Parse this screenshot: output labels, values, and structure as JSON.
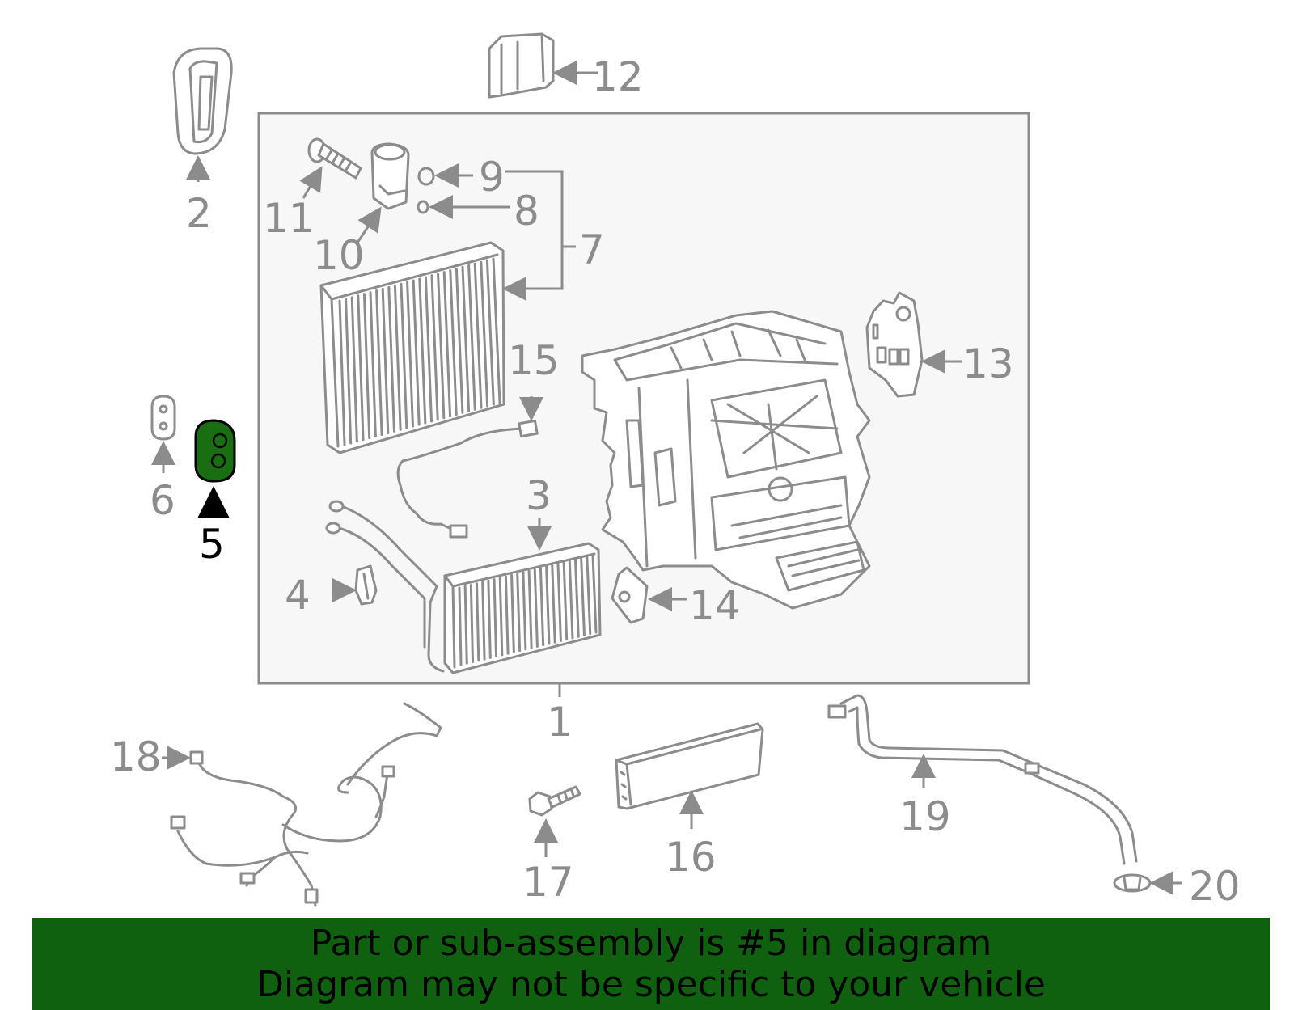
{
  "diagram": {
    "labels": {
      "p1": "1",
      "p2": "2",
      "p3": "3",
      "p4": "4",
      "p5": "5",
      "p6": "6",
      "p7": "7",
      "p8": "8",
      "p9": "9",
      "p10": "10",
      "p11": "11",
      "p12": "12",
      "p13": "13",
      "p14": "14",
      "p15": "15",
      "p16": "16",
      "p17": "17",
      "p18": "18",
      "p19": "19",
      "p20": "20"
    },
    "highlighted_part": "5",
    "highlight_color": "#1a6e12",
    "line_color": "#8c8c8c",
    "box_fill": "#f7f7f7"
  },
  "banner": {
    "line1": "Part or sub-assembly is #5 in diagram",
    "line2": "Diagram may not be specific to your vehicle",
    "background": "#0f6110"
  }
}
